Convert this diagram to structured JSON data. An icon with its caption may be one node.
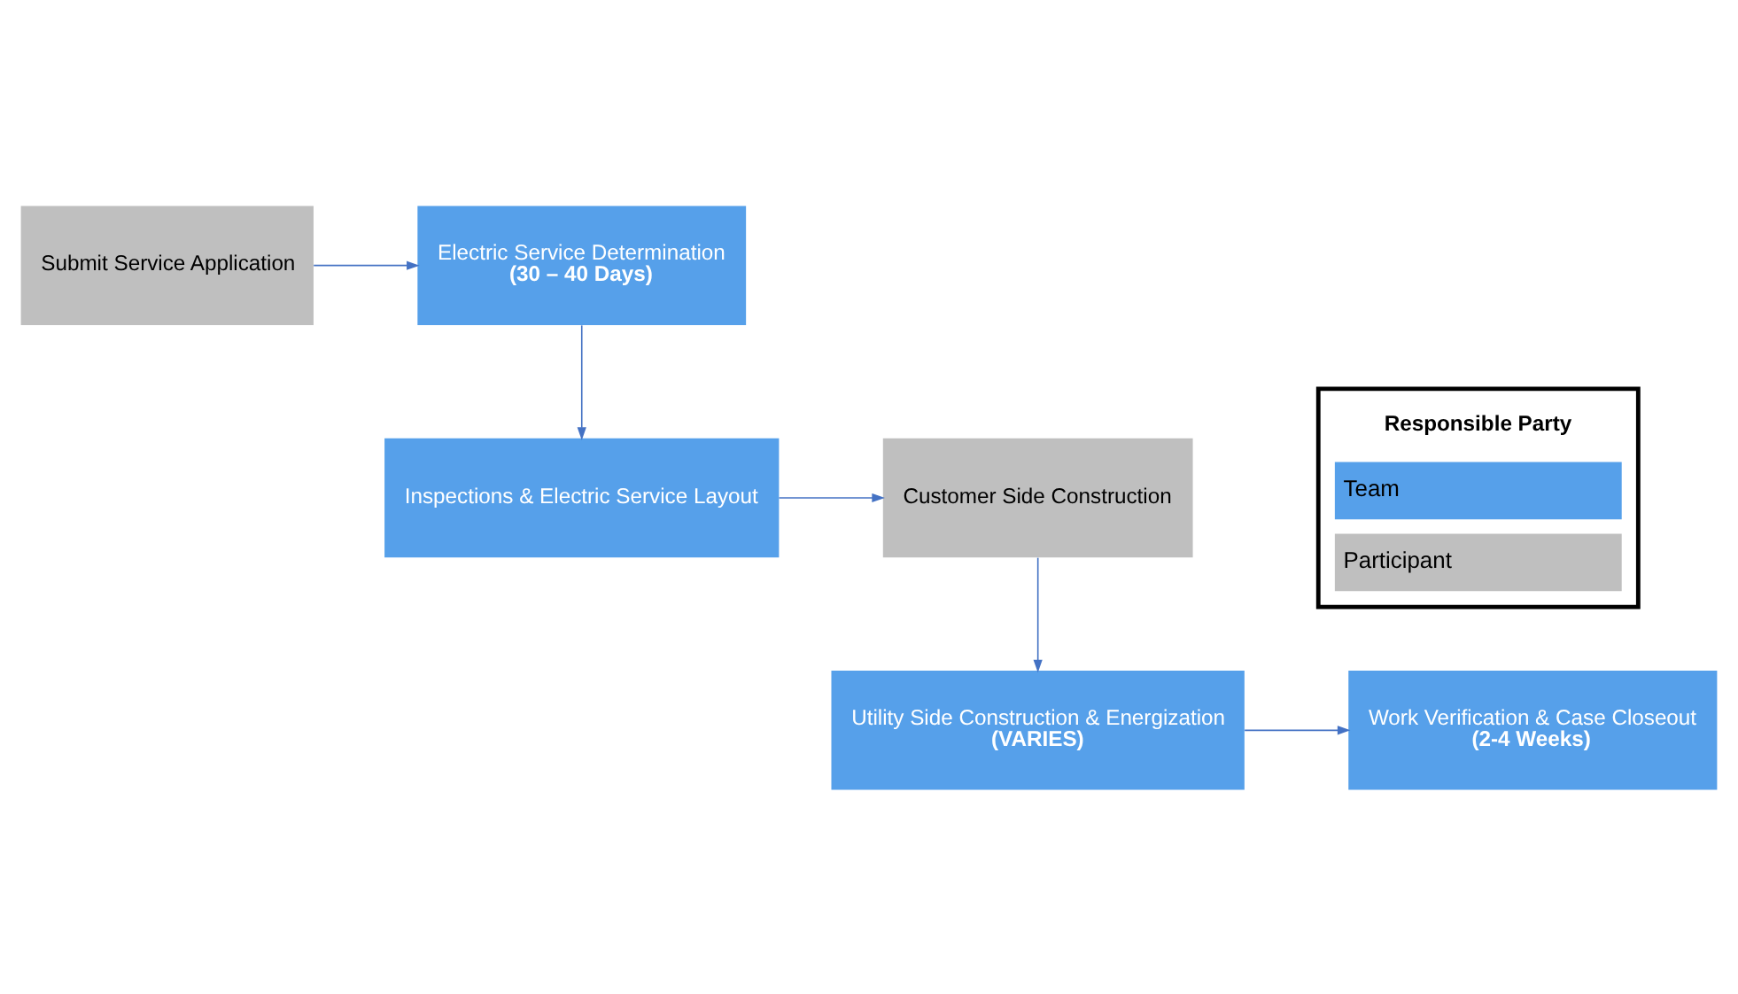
{
  "diagram": {
    "nodes": [
      {
        "text": [
          "Submit Service Application"
        ]
      },
      {
        "text": [
          "Electric Service Determination",
          "(30 – 40 Days)"
        ]
      },
      {
        "text": [
          "Inspections & Electric Service Layout"
        ]
      },
      {
        "text": [
          "Customer Side Construction"
        ]
      },
      {
        "text": [
          "Utility Side Construction & Energization",
          "(VARIES)"
        ]
      },
      {
        "text": [
          "Work Verification & Case Closeout",
          "(2-4 Weeks)"
        ]
      }
    ],
    "edges": [
      {
        "from": 0,
        "to": 1,
        "arrow": "to"
      },
      {
        "from": 1,
        "to": 2,
        "arrow": "to"
      },
      {
        "from": 2,
        "to": 3,
        "arrow": "to"
      },
      {
        "from": 3,
        "to": 4,
        "arrow": "to"
      },
      {
        "from": 4,
        "to": 5,
        "arrow": "to"
      }
    ],
    "labels": [
      "Responsible Party"
    ],
    "legend": [
      {
        "text": "Team",
        "color": "#56a0ea"
      },
      {
        "text": "Participant",
        "color": "#bfbfbf"
      }
    ]
  }
}
